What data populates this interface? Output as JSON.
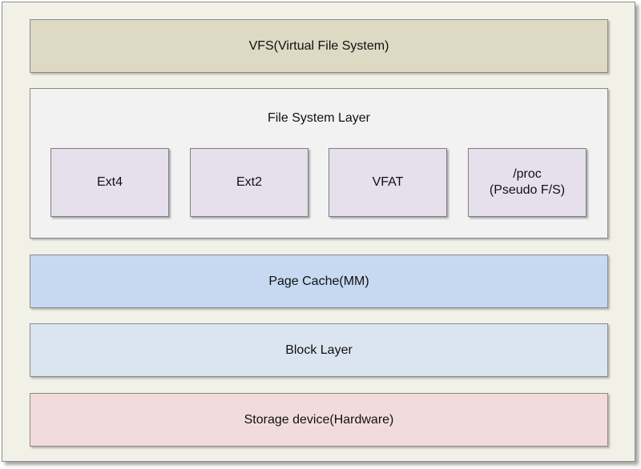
{
  "layers": {
    "vfs": "VFS(Virtual File System)",
    "file_system": {
      "title": "File System Layer",
      "boxes": [
        {
          "lines": [
            "Ext4"
          ]
        },
        {
          "lines": [
            "Ext2"
          ]
        },
        {
          "lines": [
            "VFAT"
          ]
        },
        {
          "lines": [
            "/proc",
            "(Pseudo F/S)"
          ]
        }
      ]
    },
    "page_cache": "Page Cache(MM)",
    "block": "Block Layer",
    "storage": "Storage device(Hardware)"
  },
  "colors": {
    "background": "#f2f1e8",
    "vfs": "#ddd9c3",
    "file_system": "#f2f2f2",
    "fs_box": "#e5e0ec",
    "page_cache": "#c6d9f0",
    "block": "#dbe5f1",
    "storage": "#f2dcdb"
  }
}
